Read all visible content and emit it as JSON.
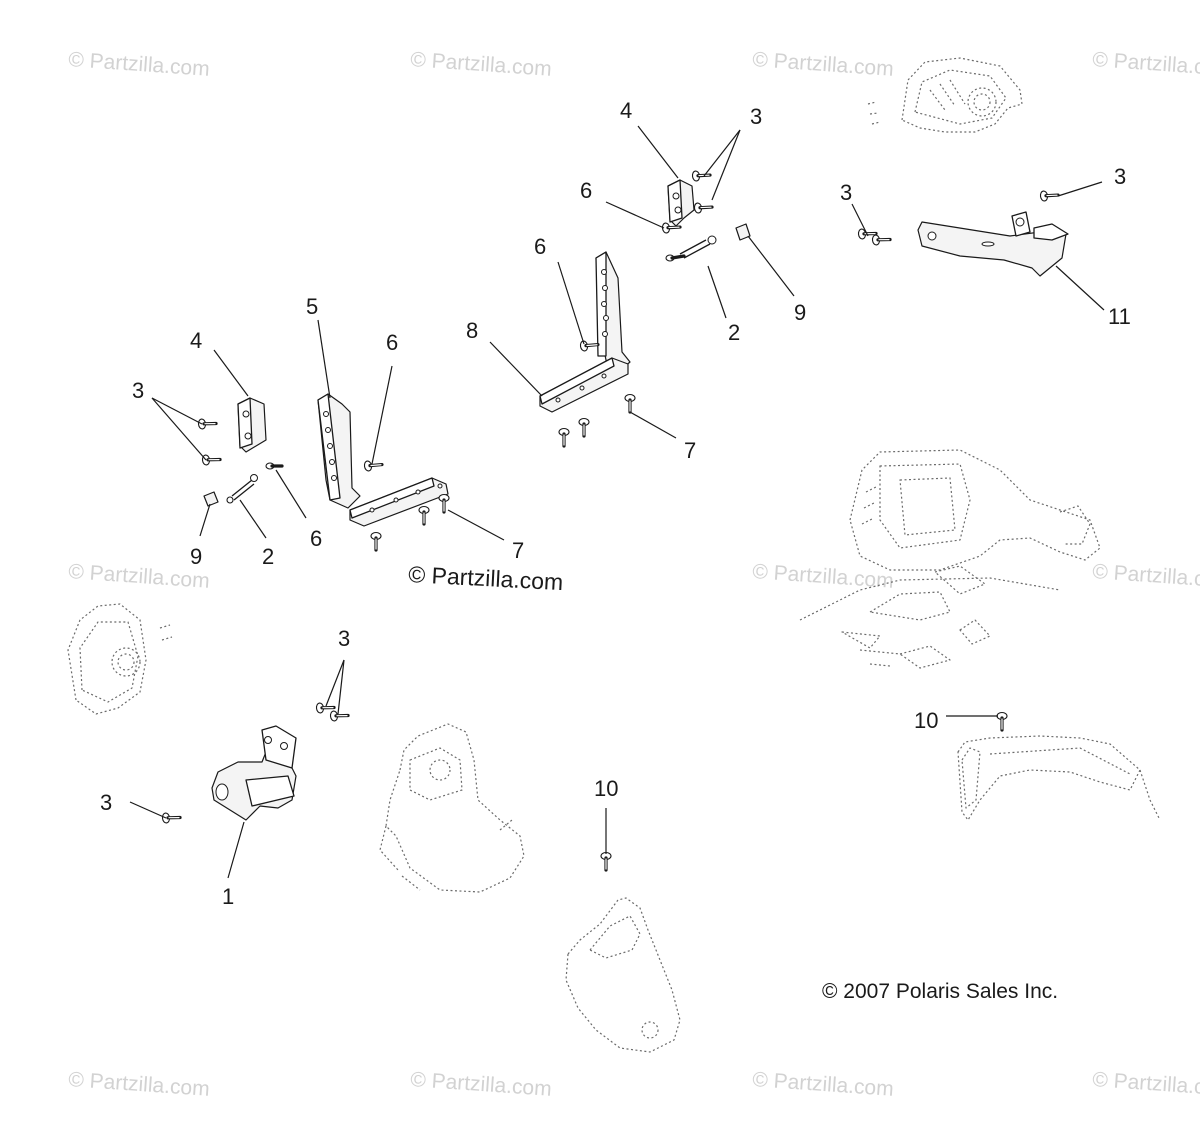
{
  "diagram": {
    "callouts": [
      {
        "id": "c4-top",
        "label": "4"
      },
      {
        "id": "c3-top",
        "label": "3"
      },
      {
        "id": "c6-top",
        "label": "6"
      },
      {
        "id": "c6-mid",
        "label": "6"
      },
      {
        "id": "c2-top",
        "label": "2"
      },
      {
        "id": "c9-top",
        "label": "9"
      },
      {
        "id": "c8",
        "label": "8"
      },
      {
        "id": "c7-top",
        "label": "7"
      },
      {
        "id": "c3-right-a",
        "label": "3"
      },
      {
        "id": "c3-right-b",
        "label": "3"
      },
      {
        "id": "c11",
        "label": "11"
      },
      {
        "id": "c5",
        "label": "5"
      },
      {
        "id": "c6-left-top",
        "label": "6"
      },
      {
        "id": "c4-left",
        "label": "4"
      },
      {
        "id": "c3-left",
        "label": "3"
      },
      {
        "id": "c9-left",
        "label": "9"
      },
      {
        "id": "c2-left",
        "label": "2"
      },
      {
        "id": "c6-left",
        "label": "6"
      },
      {
        "id": "c7-left",
        "label": "7"
      },
      {
        "id": "c3-bottom",
        "label": "3"
      },
      {
        "id": "c3-bottom-left",
        "label": "3"
      },
      {
        "id": "c1",
        "label": "1"
      },
      {
        "id": "c10-right",
        "label": "10"
      },
      {
        "id": "c10-bottom",
        "label": "10"
      }
    ],
    "watermark": "© Partzilla.com",
    "main_watermark": "© Partzilla.com",
    "copyright": "© 2007 Polaris Sales Inc."
  }
}
